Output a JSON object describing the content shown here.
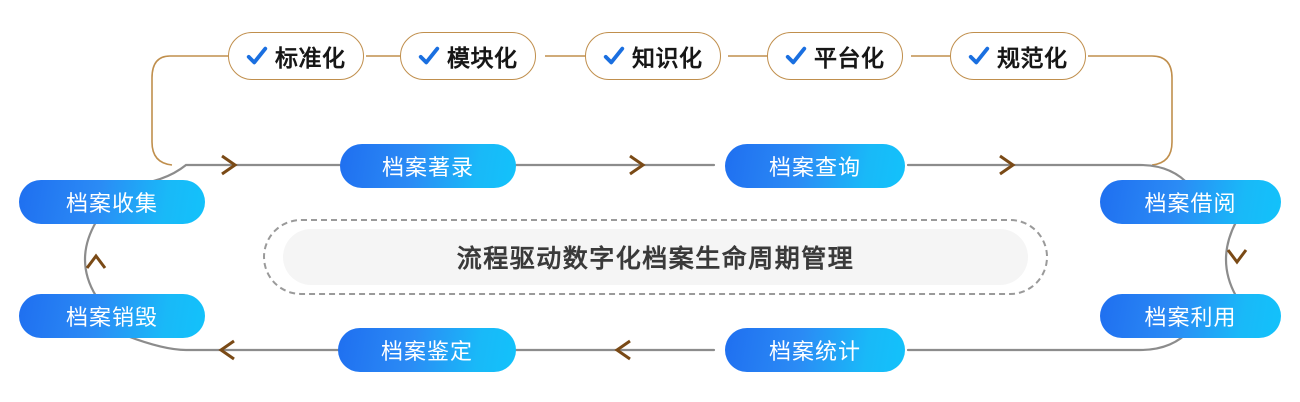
{
  "diagram": {
    "center": {
      "text": "流程驱动数字化档案生命周期管理"
    },
    "accent_colors": {
      "pill_gradient_start": "#1f6ff0",
      "pill_gradient_end": "#12c2fb",
      "tag_border": "#c08f4d",
      "check_blue": "#1a6fe0",
      "wire_gray": "#8c8c8c",
      "arrow_brown": "#7a4a16",
      "dashed_border": "#9a9a9a",
      "inner_fill": "#f5f5f5"
    },
    "tags": [
      {
        "label": "标准化",
        "icon": "check-icon"
      },
      {
        "label": "模块化",
        "icon": "check-icon"
      },
      {
        "label": "知识化",
        "icon": "check-icon"
      },
      {
        "label": "平台化",
        "icon": "check-icon"
      },
      {
        "label": "规范化",
        "icon": "check-icon"
      }
    ],
    "stages": [
      {
        "label": "档案收集"
      },
      {
        "label": "档案著录"
      },
      {
        "label": "档案查询"
      },
      {
        "label": "档案借阅"
      },
      {
        "label": "档案利用"
      },
      {
        "label": "档案统计"
      },
      {
        "label": "档案鉴定"
      },
      {
        "label": "档案销毁"
      }
    ]
  }
}
